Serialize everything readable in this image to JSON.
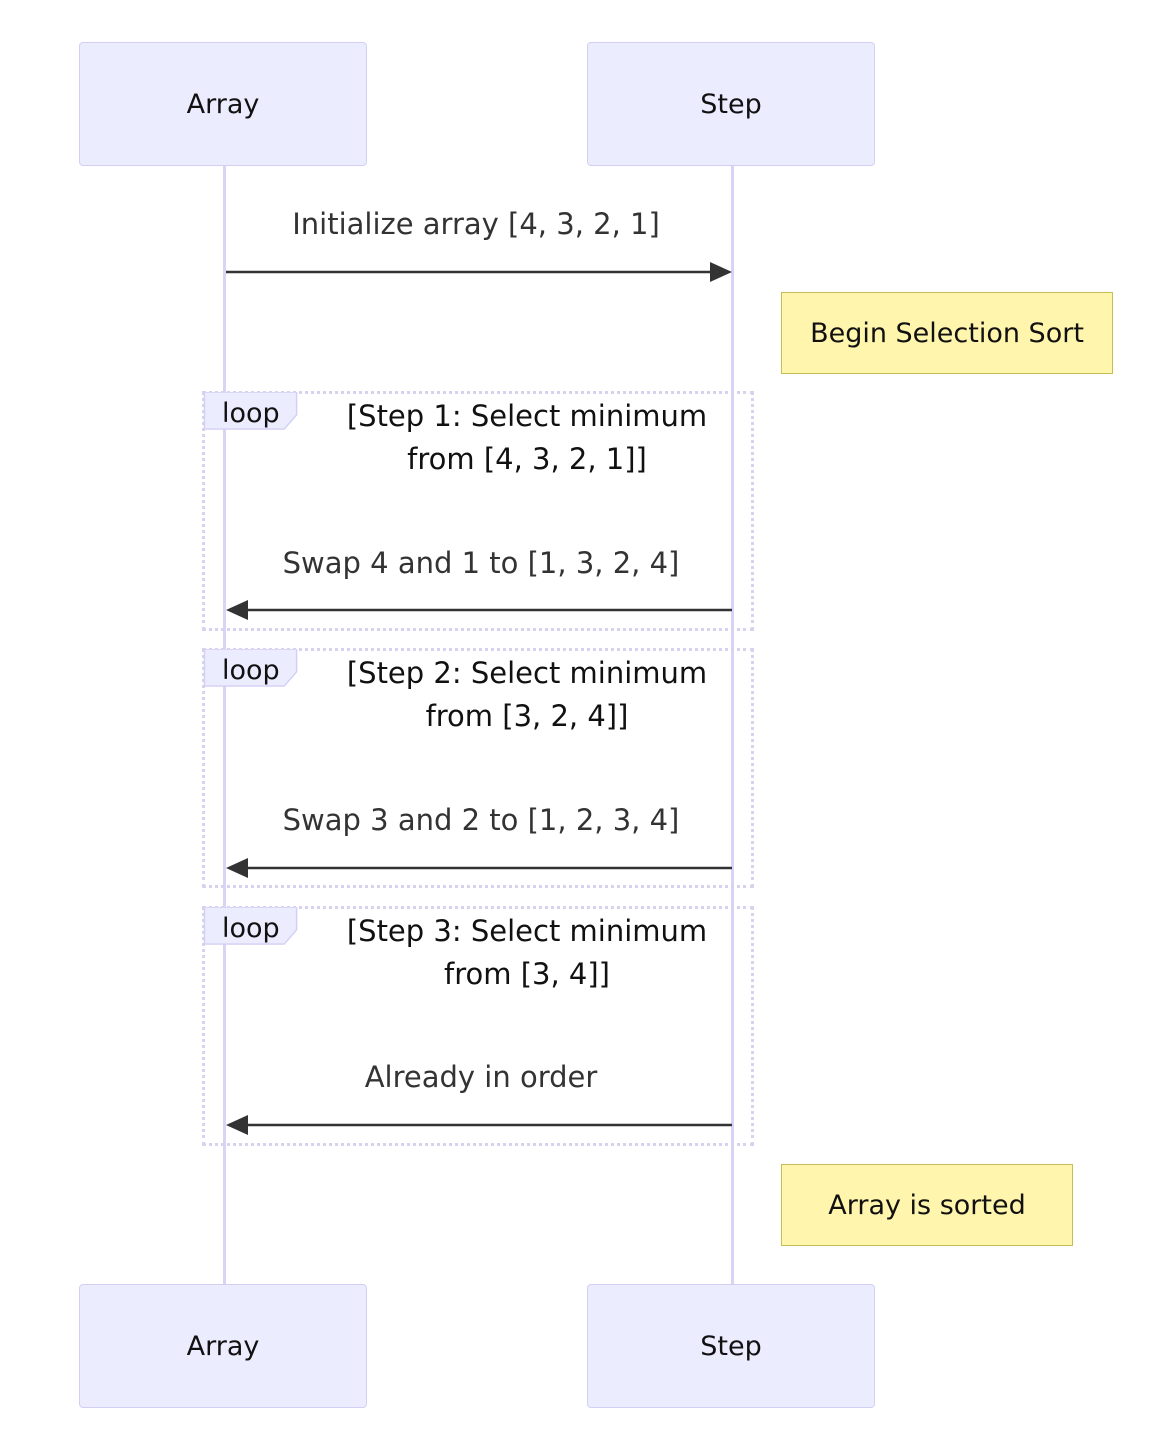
{
  "actors": {
    "array": "Array",
    "step": "Step"
  },
  "messages": [
    {
      "label": "Initialize array [4, 3, 2, 1]",
      "from": "Array",
      "to": "Step"
    },
    {
      "label": "Swap 4 and 1 to [1, 3, 2, 4]",
      "from": "Step",
      "to": "Array"
    },
    {
      "label": "Swap 3 and 2 to [1, 2, 3, 4]",
      "from": "Step",
      "to": "Array"
    },
    {
      "label": "Already in order",
      "from": "Step",
      "to": "Array"
    }
  ],
  "notes": [
    "Begin Selection Sort",
    "Array is sorted"
  ],
  "loops": [
    {
      "tag": "loop",
      "condition": "[Step 1: Select minimum\nfrom [4, 3, 2, 1]]"
    },
    {
      "tag": "loop",
      "condition": "[Step 2: Select minimum\nfrom [3, 2, 4]]"
    },
    {
      "tag": "loop",
      "condition": "[Step 3: Select minimum\nfrom [3, 4]]"
    }
  ],
  "colors": {
    "actor_fill": "#ECECFF",
    "actor_border": "#d3cff4",
    "note_fill": "#FFF5AD",
    "note_border": "#c5bd55",
    "arrow": "#333333"
  }
}
